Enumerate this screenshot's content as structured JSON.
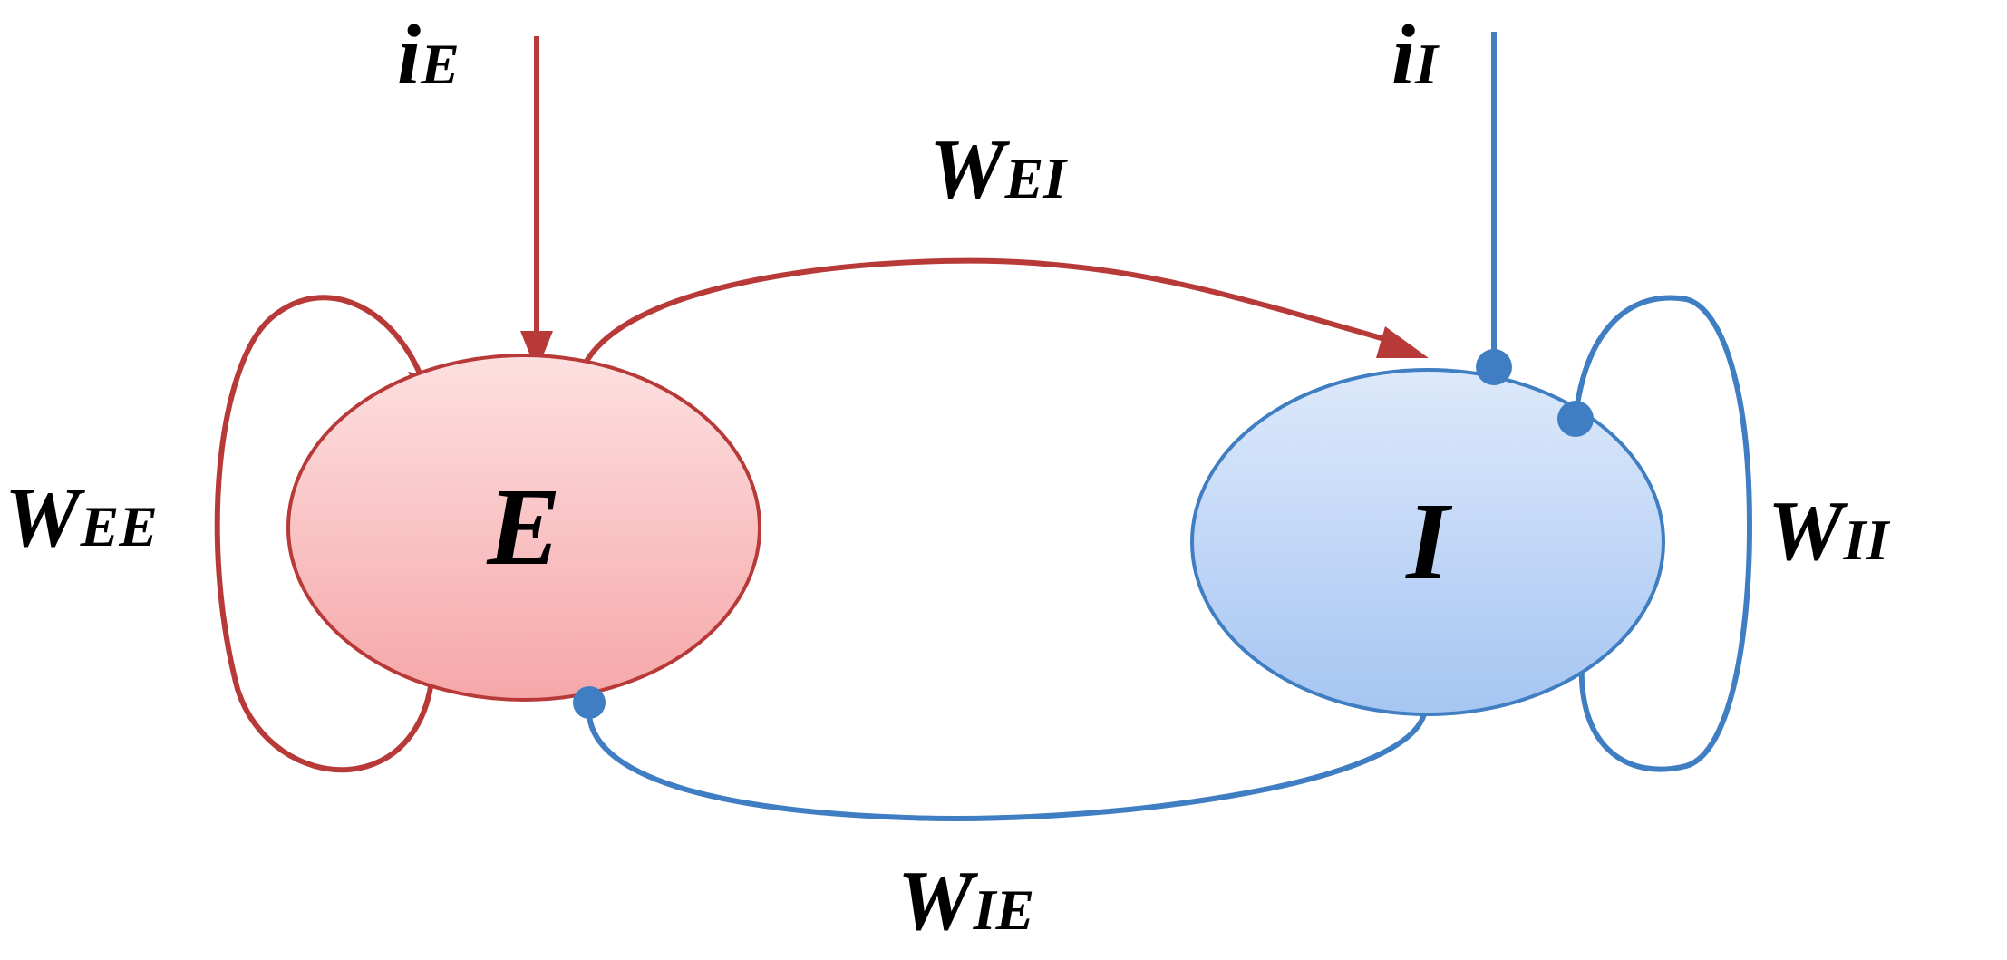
{
  "colors": {
    "excitatory": "#b83a38",
    "inhibitory": "#3f7ec2",
    "excitatory_fill_top": "#fde0e1",
    "excitatory_fill_bottom": "#f6a7a8",
    "inhibitory_fill_top": "#dde9fb",
    "inhibitory_fill_bottom": "#a6c5f2"
  },
  "nodes": {
    "excitatory": {
      "label": "E"
    },
    "inhibitory": {
      "label": "I"
    }
  },
  "inputs": {
    "excitatory": {
      "main": "i",
      "sub": "E"
    },
    "inhibitory": {
      "main": "i",
      "sub": "I"
    }
  },
  "weights": {
    "ee": {
      "main": "W",
      "sub": "EE"
    },
    "ei": {
      "main": "W",
      "sub": "EI"
    },
    "ie": {
      "main": "W",
      "sub": "IE"
    },
    "ii": {
      "main": "W",
      "sub": "II"
    }
  }
}
